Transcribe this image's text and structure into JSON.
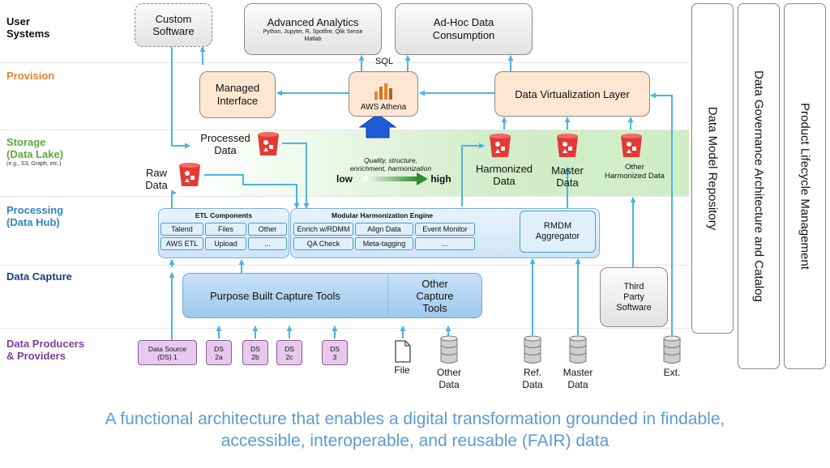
{
  "lanes": {
    "user_systems": "User\nSystems",
    "provision": "Provision",
    "storage": "Storage\n(Data Lake)",
    "storage_sub": "(e.g., S3, Graph, etc.)",
    "processing": "Processing\n(Data Hub)",
    "capture": "Data Capture",
    "producers": "Data Producers\n& Providers"
  },
  "user_systems": {
    "custom_software": "Custom\nSoftware",
    "advanced_analytics": "Advanced Analytics",
    "advanced_analytics_tools": "Python, Jupyter, R, Spotfire, Qlik Sense\nMatlab",
    "adhoc": "Ad-Hoc Data\nConsumption"
  },
  "provision": {
    "managed_interface": "Managed\nInterface",
    "sql": "SQL",
    "aws_athena": "AWS Athena",
    "dvl": "Data Virtualization Layer"
  },
  "storage": {
    "processed_data": "Processed\nData",
    "raw_data": "Raw\nData",
    "quality_text": "Quality, structure,\nenrichment, harmonization",
    "low": "low",
    "high": "high",
    "harmonized": "Harmonized\nData",
    "master": "Master\nData",
    "other_harmonized": "Other\nHarmonized Data"
  },
  "processing": {
    "etl_title": "ETL Components",
    "etl_cells": [
      "Talend",
      "Files",
      "Other",
      "AWS ETL",
      "Upload",
      "..."
    ],
    "mhe_title": "Modular Harmonization Engine",
    "mhe_cells": [
      "Enrich w/RDMM",
      "Align Data",
      "Event Monitor",
      "QA Check",
      "Meta-tagging",
      "..."
    ],
    "rmdm": "RMDM\nAggregator"
  },
  "capture": {
    "purpose_built": "Purpose Built Capture Tools",
    "other_capture": "Other\nCapture\nTools",
    "third_party": "Third\nParty\nSoftware"
  },
  "producers": {
    "ds1": "Data Source\n(DS) 1",
    "ds2a": "DS\n2a",
    "ds2b": "DS\n2b",
    "ds2c": "DS\n2c",
    "ds3": "DS\n3",
    "file": "File",
    "other_data": "Other\nData",
    "ref_data": "Ref.\nData",
    "master_data": "Master\nData",
    "ext": "Ext."
  },
  "sidebars": {
    "data_model": "Data Model Repository",
    "governance": "Data Governance Architecture and Catalog",
    "lifecycle": "Product Lifecycle Management"
  },
  "caption": {
    "line1": "A functional architecture that enables a digital transformation grounded in findable,",
    "line2": "accessible, interoperable, and reusable (FAIR) data"
  },
  "colors": {
    "lane_black": "#111111",
    "provision": "#e8832a",
    "storage": "#5fa83b",
    "processing": "#2e86c1",
    "capture": "#1f3f7a",
    "producers": "#7b3f9a",
    "arrow": "#4cb3e6",
    "bucket": "#e53935",
    "caption": "#5b9bd5"
  }
}
